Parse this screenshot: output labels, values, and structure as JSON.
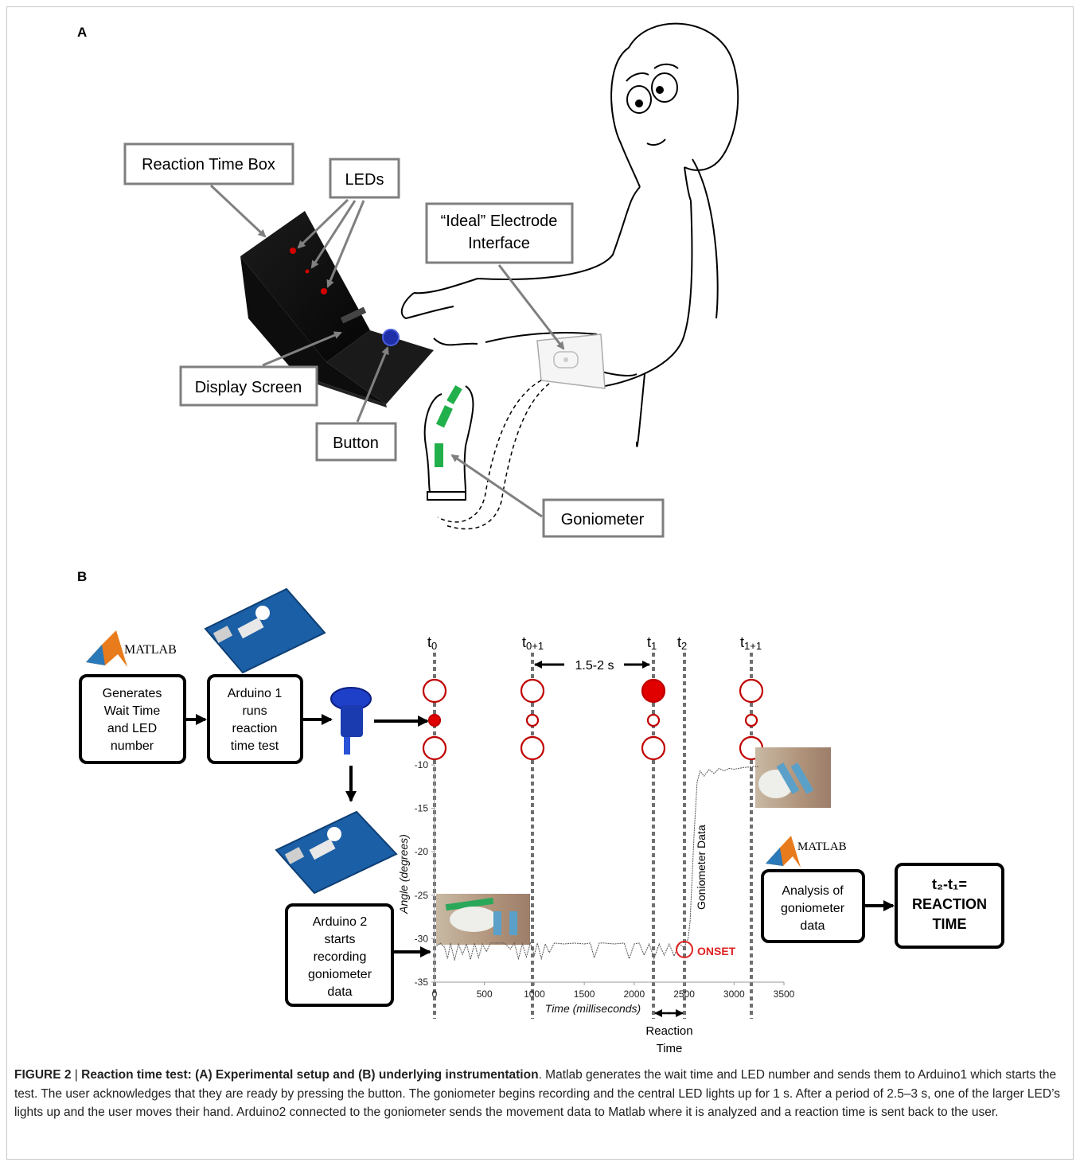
{
  "panel_a": {
    "label": "A",
    "callouts": {
      "reaction_time_box": "Reaction Time Box",
      "leds": "LEDs",
      "electrode_line1": "“Ideal” Electrode",
      "electrode_line2": "Interface",
      "display_screen": "Display Screen",
      "button": "Button",
      "goniometer": "Goniometer"
    }
  },
  "panel_b": {
    "label": "B",
    "matlab_logo_text": "MATLAB",
    "boxes": {
      "generates": [
        "Generates",
        "Wait Time",
        "and LED",
        "number"
      ],
      "arduino1": [
        "Arduino 1",
        "runs",
        "reaction",
        "time test"
      ],
      "arduino2": [
        "Arduino 2",
        "starts",
        "recording",
        "goniometer",
        "data"
      ],
      "analysis": [
        "Analysis of",
        "goniometer",
        "data"
      ],
      "result_line1": "t₂-t₁=",
      "result_line2": "REACTION",
      "result_line3": "TIME"
    },
    "time_markers": [
      {
        "base": "t",
        "sub": "0"
      },
      {
        "base": "t",
        "sub": "0+1"
      },
      {
        "base": "t",
        "sub": "1"
      },
      {
        "base": "t",
        "sub": "2"
      },
      {
        "base": "t",
        "sub": "1+1"
      }
    ],
    "interval_label": "1.5-2 s",
    "reaction_time_label": [
      "Reaction",
      "Time"
    ],
    "onset_label": "ONSET",
    "goniometer_data_label": "Goniometer Data"
  },
  "chart_data": {
    "type": "line",
    "xlabel": "Time (milliseconds)",
    "ylabel": "Angle (degrees)",
    "xlim": [
      0,
      3500
    ],
    "ylim": [
      -35,
      -10
    ],
    "x_ticks": [
      0,
      500,
      1000,
      1500,
      2000,
      2500,
      3000,
      3500
    ],
    "y_ticks": [
      -10,
      -15,
      -20,
      -25,
      -30,
      -35
    ],
    "series": [
      {
        "x": [
          0,
          60,
          100,
          130,
          160,
          200,
          240,
          280,
          320,
          360,
          400,
          440,
          480,
          520,
          560,
          620,
          700,
          760,
          800,
          840,
          880,
          920,
          960,
          1000,
          1030,
          1070,
          1110,
          1150,
          1200,
          1300,
          1400,
          1500,
          1560,
          1600,
          1650,
          1700,
          1800,
          1900,
          1950,
          2000,
          2050,
          2100,
          2150,
          2200,
          2250,
          2300,
          2350,
          2400,
          2450,
          2500,
          2540,
          2560,
          2600,
          2630,
          2660,
          2700,
          2750,
          2800,
          2850,
          2900,
          2950,
          3000,
          3100,
          3200,
          3250
        ],
        "y": [
          -31,
          -30.5,
          -31,
          -32.3,
          -30.5,
          -32.5,
          -30.6,
          -31.8,
          -30.6,
          -32.4,
          -30.5,
          -32.2,
          -30.6,
          -31.5,
          -30.5,
          -30.5,
          -30.5,
          -31.2,
          -30.5,
          -32.3,
          -30.6,
          -32.1,
          -30.5,
          -31.9,
          -30.5,
          -32.3,
          -30.6,
          -31.6,
          -30.5,
          -30.6,
          -30.5,
          -30.6,
          -30.5,
          -32.2,
          -30.5,
          -30.5,
          -30.6,
          -30.5,
          -32.3,
          -30.6,
          -30.5,
          -31.9,
          -30.6,
          -32.3,
          -30.6,
          -31.9,
          -30.6,
          -32,
          -30.6,
          -31,
          -30,
          -28,
          -18,
          -12,
          -10.7,
          -11.3,
          -10.5,
          -11,
          -10.4,
          -10.7,
          -10.4,
          -10.5,
          -10.3,
          -10.2,
          -10.2
        ]
      }
    ]
  },
  "caption": {
    "figure_label": "FIGURE 2",
    "separator": " | ",
    "title": "Reaction time test: (A) Experimental setup and (B) underlying instrumentation",
    "body": ". Matlab generates the wait time and LED number and sends them to Arduino1 which starts the test. The user acknowledges that they are ready by pressing the button. The goniometer begins recording and the central LED lights up for 1 s. After a period of 2.5–3 s, one of the larger LED’s lights up and the user moves their hand. Arduino2 connected to the goniometer sends the movement data to Matlab where it is analyzed and a reaction time is sent back to the user."
  }
}
